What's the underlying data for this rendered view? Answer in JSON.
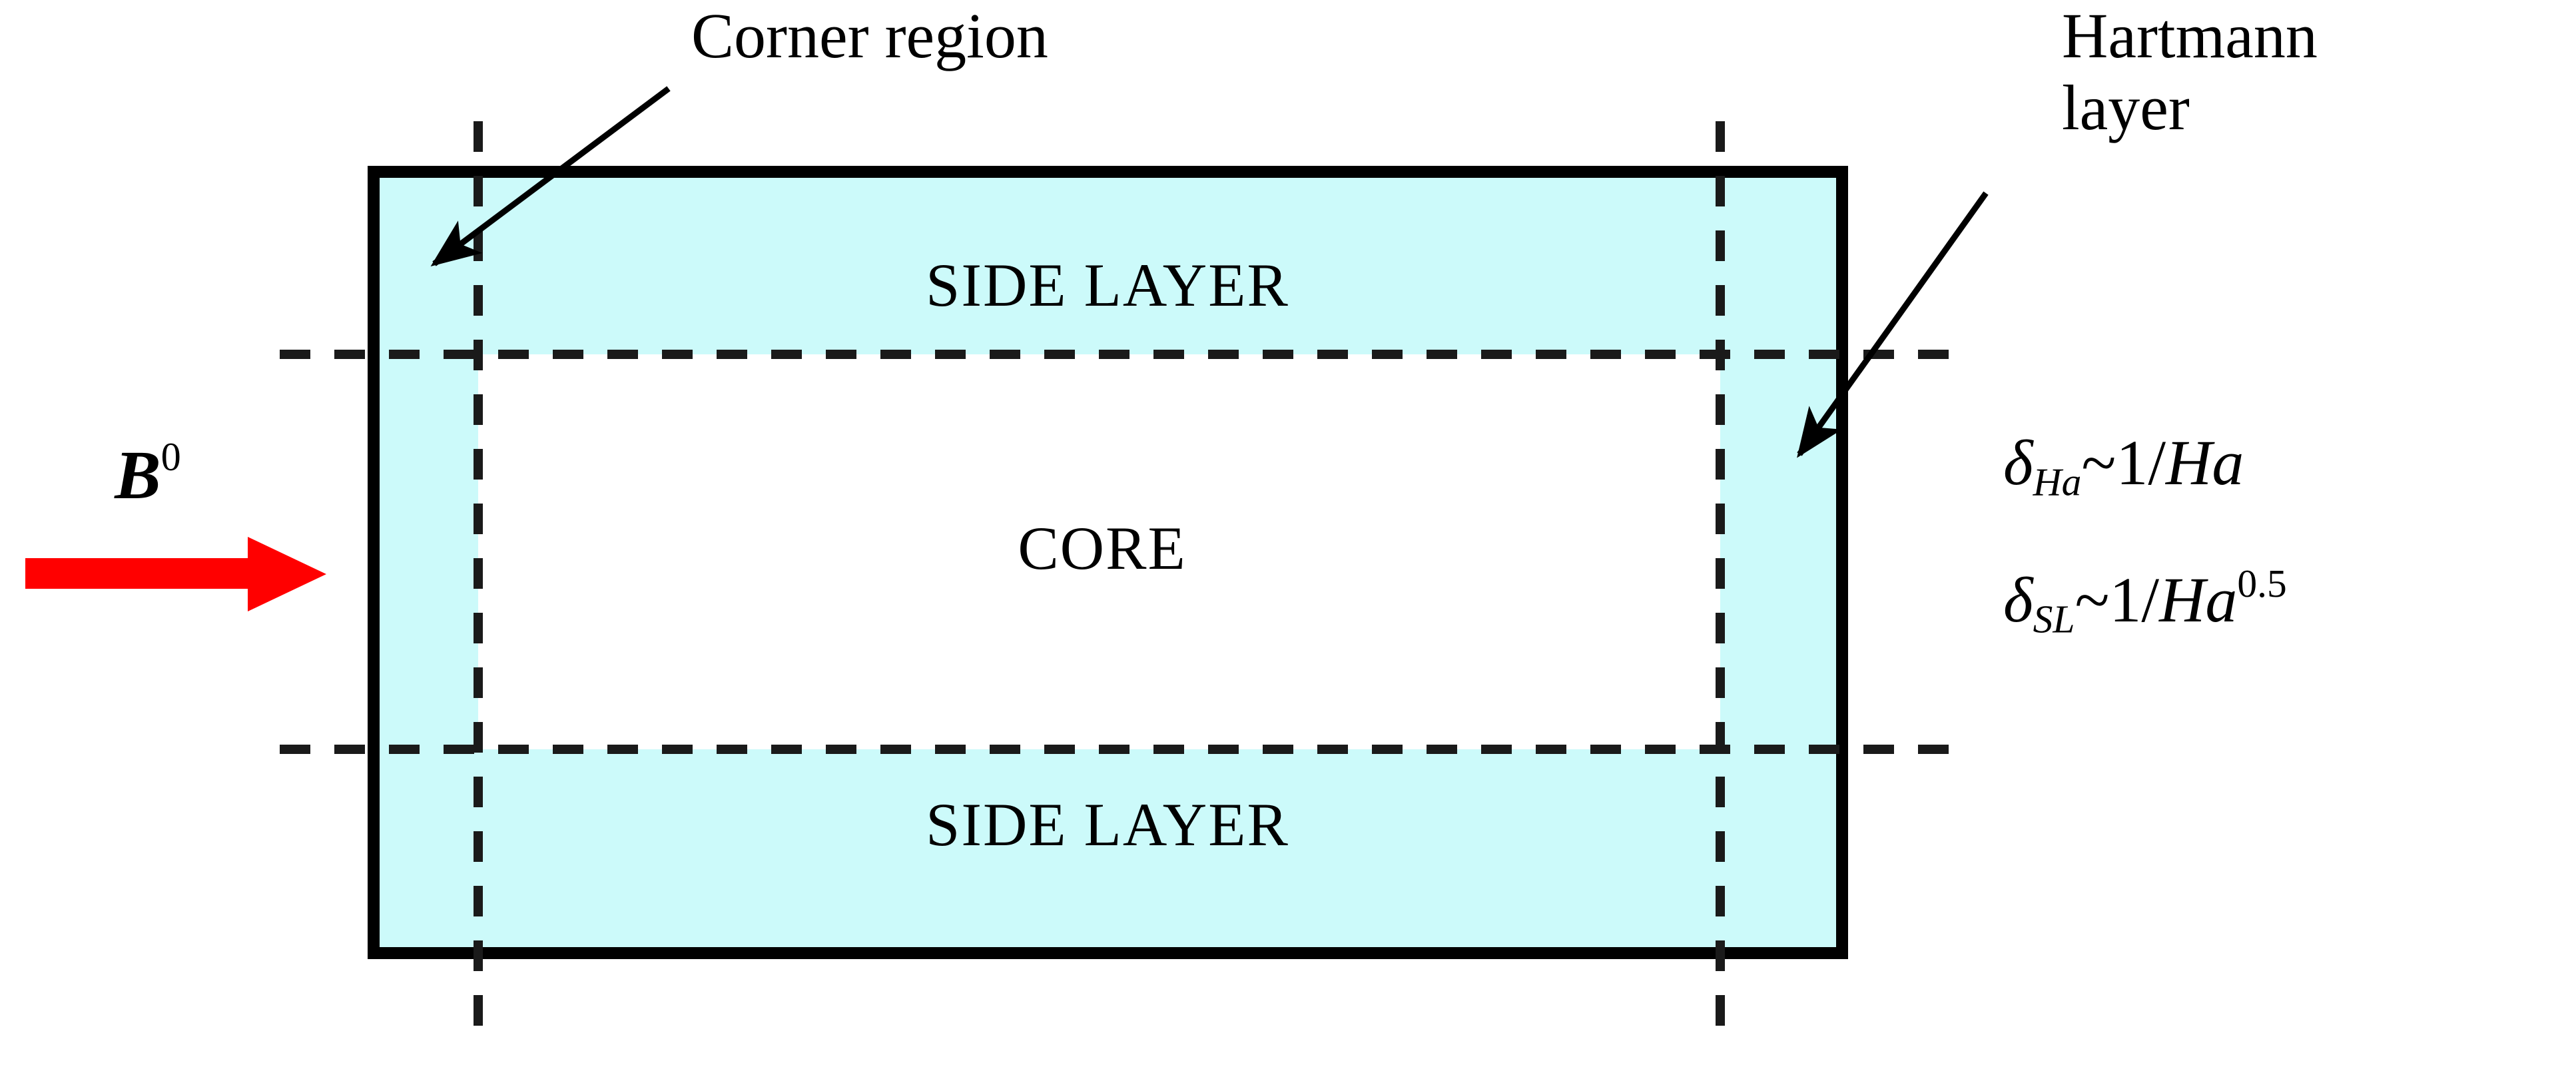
{
  "figure": {
    "title": "MHD duct cross-section flow regions",
    "colors": {
      "layer_fill": "#CCFAFA",
      "core_fill": "#FFFFFF",
      "border": "#000000",
      "dashed": "#1A1A1A",
      "field_arrow": "#FF0000",
      "background": "#FFFFFF"
    }
  },
  "regions": {
    "side_layer_top": "SIDE LAYER",
    "side_layer_bottom": "SIDE LAYER",
    "core": "CORE"
  },
  "callouts": {
    "corner_region": "Corner region",
    "hartmann_layer_line1": "Hartmann",
    "hartmann_layer_line2": "layer"
  },
  "field": {
    "symbol": "B",
    "superscript": "0"
  },
  "scaling": {
    "hartmann": {
      "delta": "δ",
      "subscript": "Ha",
      "relation": "~1/",
      "expression": "Ha",
      "exponent": ""
    },
    "side_layer": {
      "delta": "δ",
      "subscript": "SL",
      "relation": "~1/",
      "expression": "Ha",
      "exponent": "0.5"
    }
  }
}
